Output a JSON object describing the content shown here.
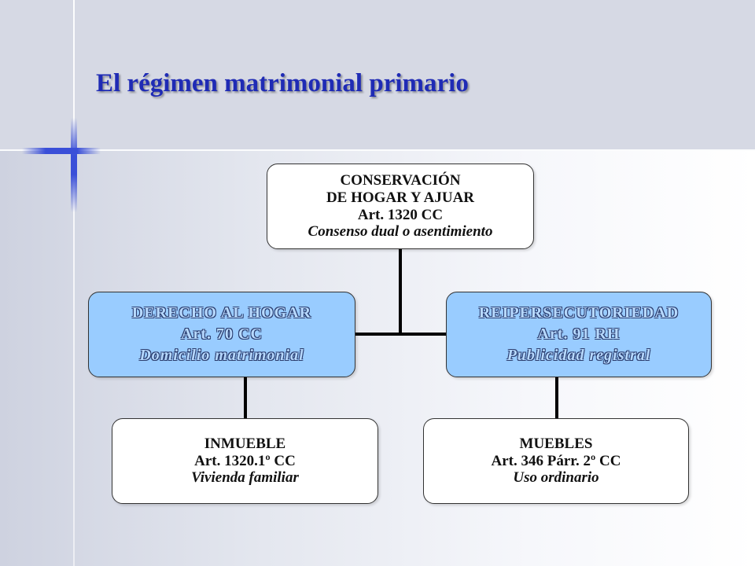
{
  "slide": {
    "title": "El régimen matrimonial primario"
  },
  "diagram": {
    "root": {
      "line1": "CONSERVACIÓN",
      "line2": "DE HOGAR Y AJUAR",
      "line3": "Art. 1320 CC",
      "line4": "Consenso dual o asentimiento"
    },
    "left": {
      "line1": "DERECHO AL HOGAR",
      "line2": "Art. 70 CC",
      "line3": "Domicilio matrimonial"
    },
    "right": {
      "line1": "REIPERSECUTORIEDAD",
      "line2": "Art. 91 RH",
      "line3": "Publicidad registral"
    },
    "bottom_left": {
      "line1": "INMUEBLE",
      "line2": "Art. 1320.1º CC",
      "line3": "Vivienda familiar"
    },
    "bottom_right": {
      "line1": "MUEBLES",
      "line2": "Art. 346 Párr. 2º CC",
      "line3": "Uso ordinario"
    }
  }
}
